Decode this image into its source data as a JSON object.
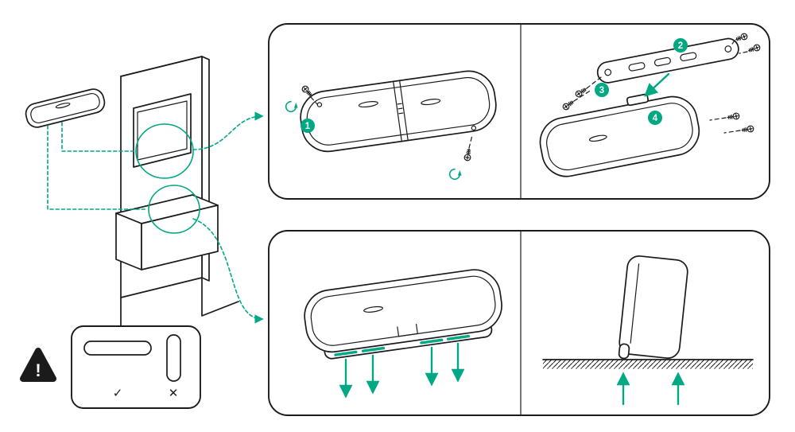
{
  "colors": {
    "accent": "#00A884",
    "ink": "#1B1B1B"
  },
  "steps": {
    "s1": "1",
    "s2": "2",
    "s3": "3",
    "s4": "4"
  },
  "warning": {
    "exclamation": "!",
    "correct_mark": "✓",
    "incorrect_mark": "✕"
  }
}
